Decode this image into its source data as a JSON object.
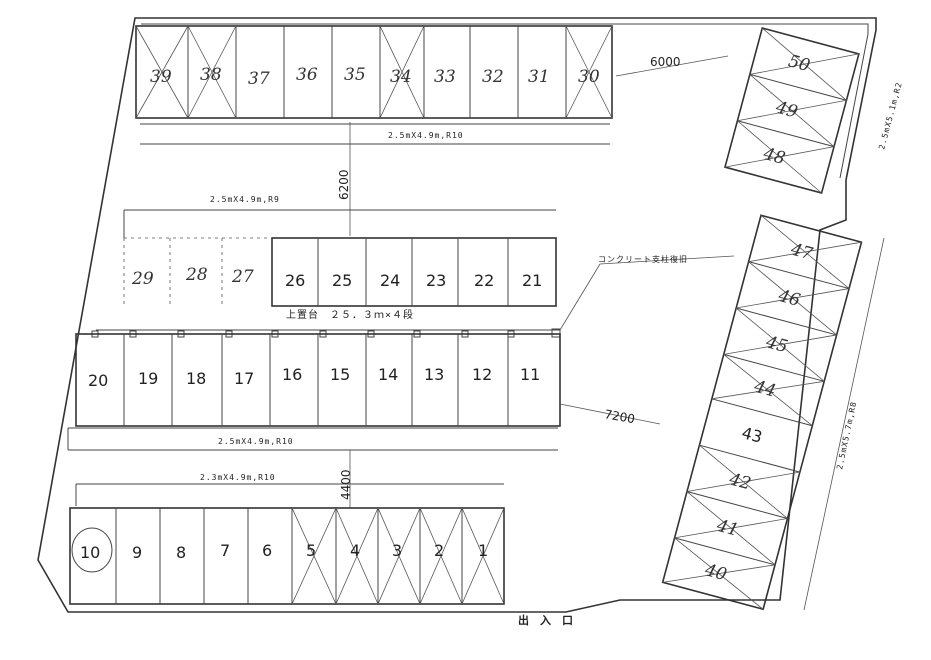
{
  "spaces": {
    "s1": "1",
    "s2": "2",
    "s3": "3",
    "s4": "4",
    "s5": "5",
    "s6": "6",
    "s7": "7",
    "s8": "8",
    "s9": "9",
    "s10": "10",
    "s11": "11",
    "s12": "12",
    "s13": "13",
    "s14": "14",
    "s15": "15",
    "s16": "16",
    "s17": "17",
    "s18": "18",
    "s19": "19",
    "s20": "20",
    "s21": "21",
    "s22": "22",
    "s23": "23",
    "s24": "24",
    "s25": "25",
    "s26": "26",
    "s27": "27",
    "s28": "28",
    "s29": "29",
    "s30": "30",
    "s31": "31",
    "s32": "32",
    "s33": "33",
    "s34": "34",
    "s35": "35",
    "s36": "36",
    "s37": "37",
    "s38": "38",
    "s39": "39",
    "s40": "40",
    "s41": "41",
    "s42": "42",
    "s43": "43",
    "s44": "44",
    "s45": "45",
    "s46": "46",
    "s47": "47",
    "s48": "48",
    "s49": "49",
    "s50": "50"
  },
  "labels": {
    "top_row_size": "2.5mX4.9m,R10",
    "upper_size": "2.5mX4.9m,R9",
    "mid_size": "2.5mX4.9m,R10",
    "bottom_size": "2.3mX4.9m,R10",
    "right_top_size": "2.5mX5.1m,R2",
    "right_side_size": "2.5mX5.7m,R8",
    "stacker": "上置台　２５．３ｍ×４段",
    "concrete_note": "コンクリート支柱復旧",
    "entrance": "出　入　口"
  },
  "dimensions": {
    "d6000": "6000",
    "d6200": "6200",
    "d7200": "7200",
    "d4400": "4400"
  }
}
